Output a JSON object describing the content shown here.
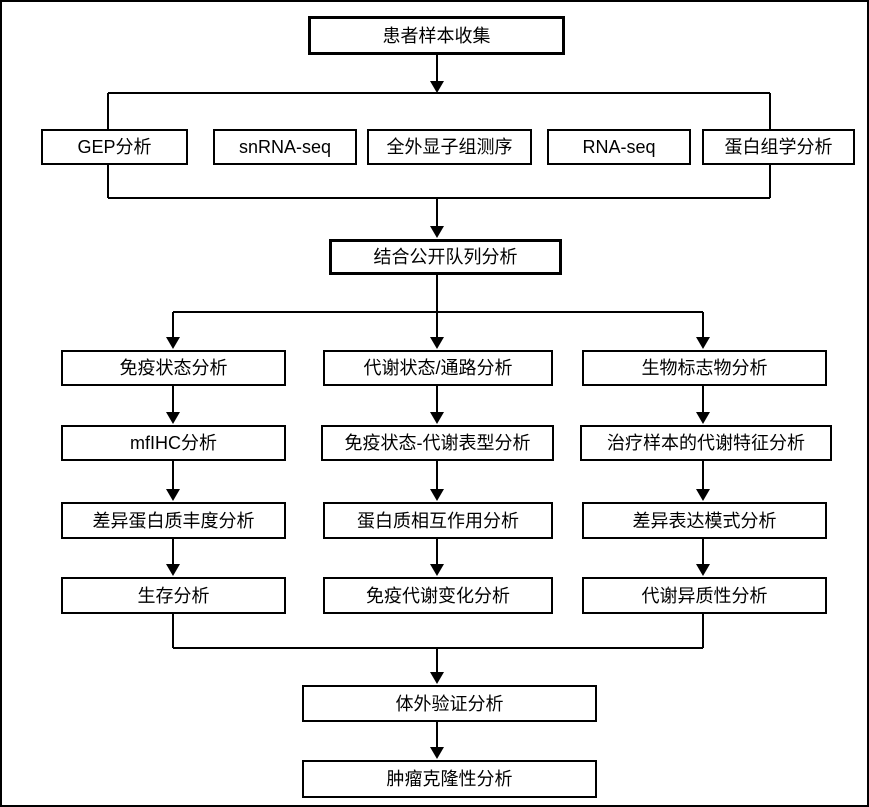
{
  "diagram": {
    "type": "flowchart",
    "background_color": "#ffffff",
    "line_color": "#000000",
    "text_color": "#000000",
    "box_fill": "#ffffff"
  },
  "nodes": {
    "patient_sample_collection": "患者样本收集",
    "gep_analysis": "GEP分析",
    "snrna_seq": "snRNA-seq",
    "whole_exome_sequencing": "全外显子组测序",
    "rna_seq": "RNA-seq",
    "proteomics_analysis": "蛋白组学分析",
    "public_cohort_analysis": "结合公开队列分析",
    "immune_status_analysis": "免疫状态分析",
    "metabolic_status_pathway_analysis": "代谢状态/通路分析",
    "biomarker_analysis": "生物标志物分析",
    "mfihc_analysis": "mfIHC分析",
    "immune_metabolic_phenotype_analysis": "免疫状态-代谢表型分析",
    "treatment_sample_metabolic_feature_analysis": "治疗样本的代谢特征分析",
    "differential_protein_abundance_analysis": "差异蛋白质丰度分析",
    "protein_interaction_analysis": "蛋白质相互作用分析",
    "differential_expression_pattern_analysis": "差异表达模式分析",
    "survival_analysis": "生存分析",
    "immune_metabolic_change_analysis": "免疫代谢变化分析",
    "metabolic_heterogeneity_analysis": "代谢异质性分析",
    "in_vitro_validation_analysis": "体外验证分析",
    "tumor_clonality_analysis": "肿瘤克隆性分析"
  },
  "edges": [
    {
      "from": "患者样本收集",
      "to": "GEP分析 / snRNA-seq / 全外显子组测序 / RNA-seq / 蛋白组学分析"
    },
    {
      "from": "GEP分析 / snRNA-seq / 全外显子组测序 / RNA-seq / 蛋白组学分析",
      "to": "结合公开队列分析"
    },
    {
      "from": "结合公开队列分析",
      "to": "免疫状态分析"
    },
    {
      "from": "结合公开队列分析",
      "to": "代谢状态/通路分析"
    },
    {
      "from": "结合公开队列分析",
      "to": "生物标志物分析"
    },
    {
      "from": "免疫状态分析",
      "to": "mfIHC分析"
    },
    {
      "from": "mfIHC分析",
      "to": "差异蛋白质丰度分析"
    },
    {
      "from": "差异蛋白质丰度分析",
      "to": "生存分析"
    },
    {
      "from": "代谢状态/通路分析",
      "to": "免疫状态-代谢表型分析"
    },
    {
      "from": "免疫状态-代谢表型分析",
      "to": "蛋白质相互作用分析"
    },
    {
      "from": "蛋白质相互作用分析",
      "to": "免疫代谢变化分析"
    },
    {
      "from": "生物标志物分析",
      "to": "治疗样本的代谢特征分析"
    },
    {
      "from": "治疗样本的代谢特征分析",
      "to": "差异表达模式分析"
    },
    {
      "from": "差异表达模式分析",
      "to": "代谢异质性分析"
    },
    {
      "from": "生存分析 / 免疫代谢变化分析 / 代谢异质性分析",
      "to": "体外验证分析"
    },
    {
      "from": "体外验证分析",
      "to": "肿瘤克隆性分析"
    }
  ]
}
